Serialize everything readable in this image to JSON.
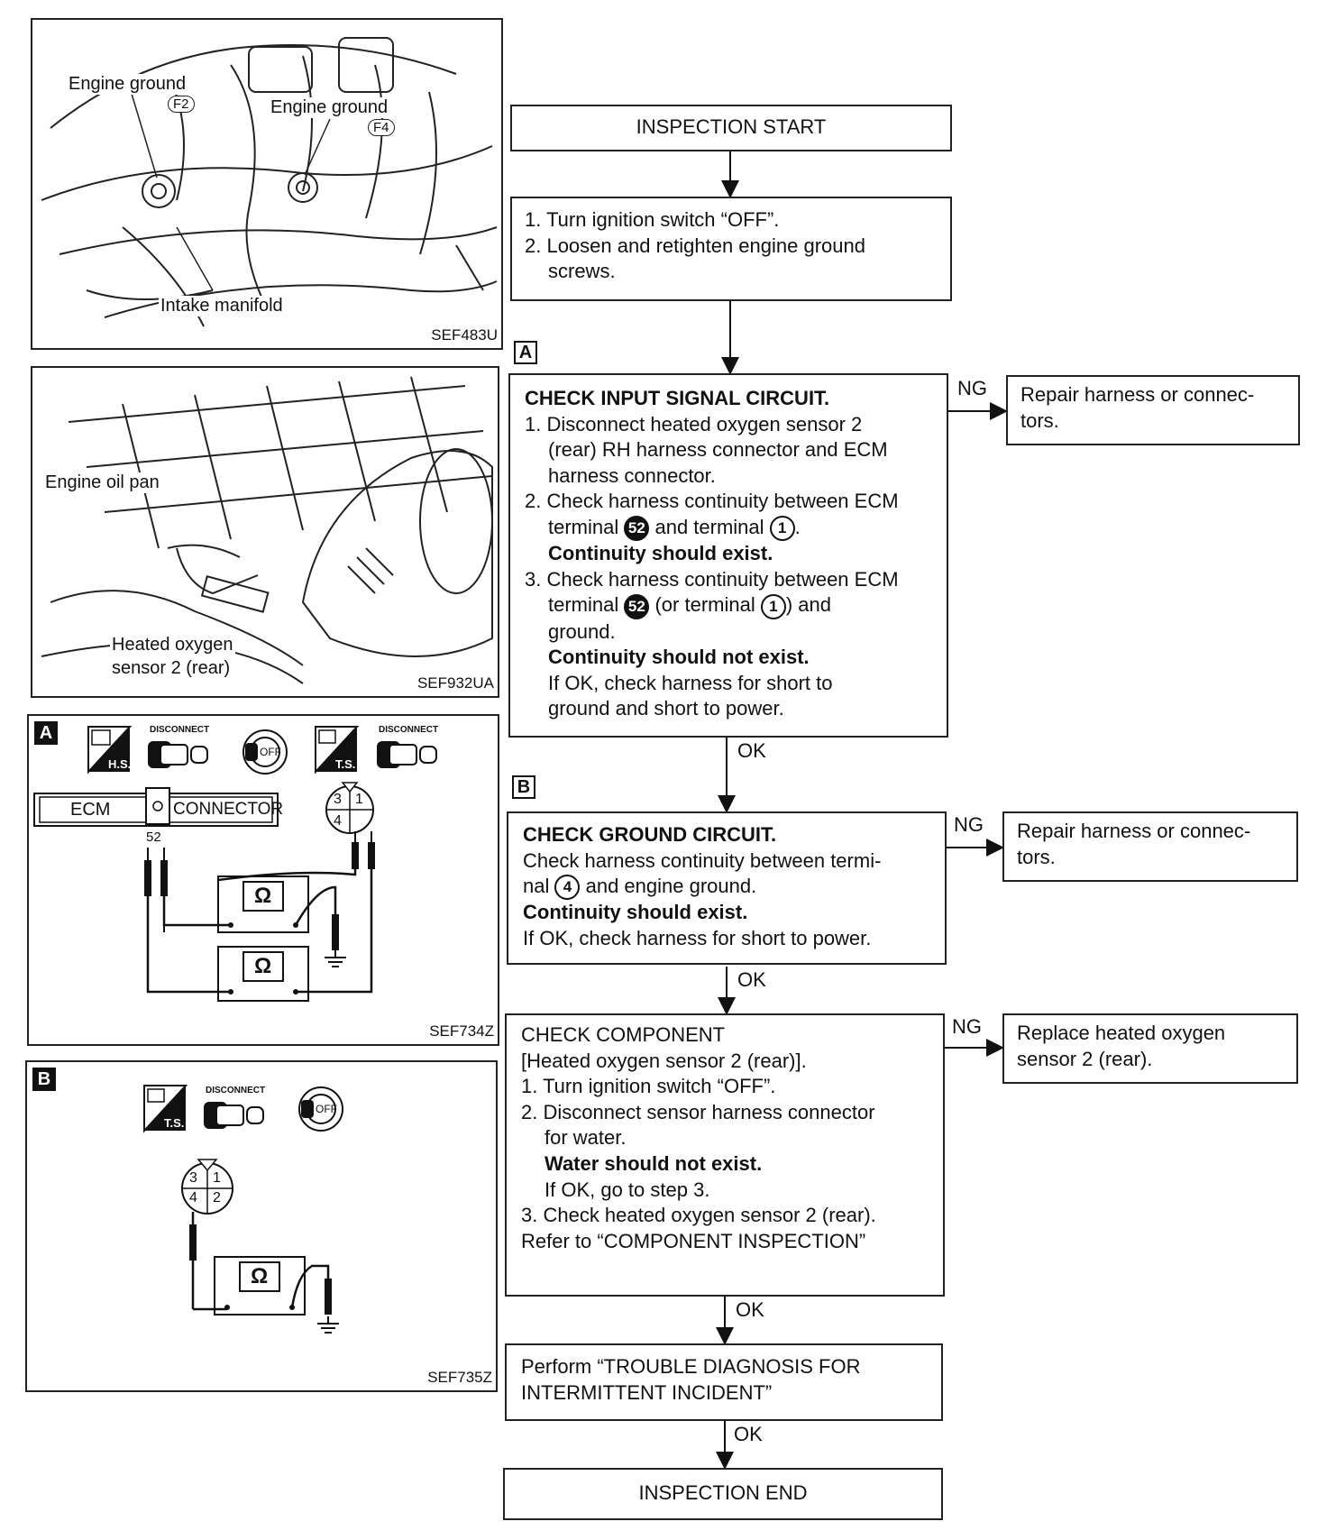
{
  "figures": {
    "fig1": {
      "code": "SEF483U",
      "labels": {
        "engine_ground_f2": "Engine ground",
        "f2": "F2",
        "engine_ground_f4": "Engine ground",
        "f4": "F4",
        "intake_manifold": "Intake manifold"
      }
    },
    "fig2": {
      "code": "SEF932UA",
      "labels": {
        "engine_oil_pan": "Engine oil pan",
        "heated_oxygen": "Heated oxygen",
        "sensor2_rear": "sensor 2 (rear)"
      }
    },
    "fig3": {
      "tag": "A",
      "code": "SEF734Z",
      "hs": "H.S.",
      "ts": "T.S.",
      "disconnect": "DISCONNECT",
      "off": "OFF",
      "ecm": "ECM",
      "connector": "CONNECTOR",
      "pin52": "52",
      "pin3": "3",
      "pin1": "1",
      "pin4": "4",
      "ohm": "Ω"
    },
    "fig4": {
      "tag": "B",
      "code": "SEF735Z",
      "ts": "T.S.",
      "disconnect": "DISCONNECT",
      "off": "OFF",
      "pin3": "3",
      "pin1": "1",
      "pin4": "4",
      "pin2": "2",
      "ohm": "Ω"
    }
  },
  "flow": {
    "start": "INSPECTION START",
    "step1": {
      "l1": "1. Turn ignition switch “OFF”.",
      "l2": "2. Loosen and retighten engine ground",
      "l3": "screws."
    },
    "tagA": "A",
    "stepA": {
      "title": "CHECK INPUT SIGNAL CIRCUIT.",
      "l1": "1. Disconnect heated oxygen sensor 2",
      "l2": "(rear) RH harness connector and ECM",
      "l3": "harness connector.",
      "l4": "2. Check harness continuity between ECM",
      "l5a": "terminal ",
      "c52a": "52",
      "l5b": " and terminal ",
      "c1a": "1",
      "l5c": ".",
      "l6": "Continuity should exist.",
      "l7": "3. Check harness continuity between ECM",
      "l8a": "terminal ",
      "c52b": "52",
      "l8b": " (or terminal ",
      "c1b": "1",
      "l8c": ") and",
      "l9": "ground.",
      "l10": "Continuity should not exist.",
      "l11": "If OK, check harness for short to",
      "l12": "ground and short to power."
    },
    "ngA": "NG",
    "repairA": {
      "l1": "Repair harness or connec-",
      "l2": "tors."
    },
    "okA": "OK",
    "tagB": "B",
    "stepB": {
      "title": "CHECK GROUND CIRCUIT.",
      "l1": "Check harness continuity between termi-",
      "l2a": "nal ",
      "c4": "4",
      "l2b": " and engine ground.",
      "l3": "Continuity should exist.",
      "l4": "If OK, check harness for short to power."
    },
    "ngB": "NG",
    "repairB": {
      "l1": "Repair harness or connec-",
      "l2": "tors."
    },
    "okB": "OK",
    "stepC": {
      "title": "CHECK COMPONENT",
      "l1": "[Heated oxygen sensor 2 (rear)].",
      "l2": "1. Turn ignition switch “OFF”.",
      "l3": "2. Disconnect sensor harness connector",
      "l4": "for water.",
      "l5": "Water should not exist.",
      "l6": "If OK, go to step 3.",
      "l7": "3. Check heated oxygen sensor 2 (rear).",
      "l8": "Refer to “COMPONENT INSPECTION”"
    },
    "ngC": "NG",
    "replaceC": {
      "l1": "Replace heated oxygen",
      "l2": "sensor 2 (rear)."
    },
    "okC": "OK",
    "perform": {
      "l1": "Perform “TROUBLE DIAGNOSIS FOR",
      "l2": "INTERMITTENT INCIDENT”"
    },
    "okD": "OK",
    "end": "INSPECTION END"
  }
}
